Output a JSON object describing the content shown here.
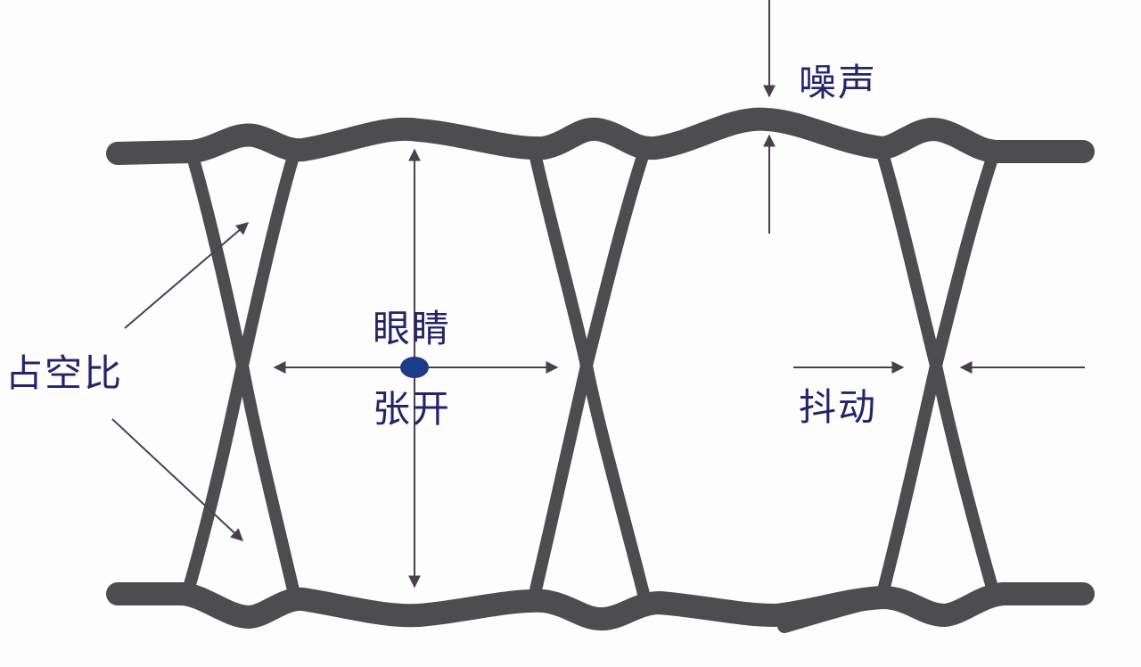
{
  "diagram": {
    "type": "eye-diagram",
    "colors": {
      "trace": "#4d4d4f",
      "arrow": "#4a3f4f",
      "label_text": "#23246a",
      "center_dot": "#1e3a8a",
      "background": "#fdfdfe"
    },
    "labels": {
      "duty_cycle": "占空比",
      "eye_top": "眼睛",
      "eye_bottom": "张开",
      "noise": "噪声",
      "jitter": "抖动"
    },
    "annotations": [
      {
        "name": "duty-cycle",
        "text": "占空比",
        "meaning": "Duty cycle",
        "arrows": 2
      },
      {
        "name": "eye-opening",
        "text": "眼睛张开",
        "meaning": "Eye opening",
        "arrows": 4
      },
      {
        "name": "noise",
        "text": "噪声",
        "meaning": "Noise",
        "arrows": 2
      },
      {
        "name": "jitter",
        "text": "抖动",
        "meaning": "Jitter",
        "arrows": 2
      }
    ]
  }
}
